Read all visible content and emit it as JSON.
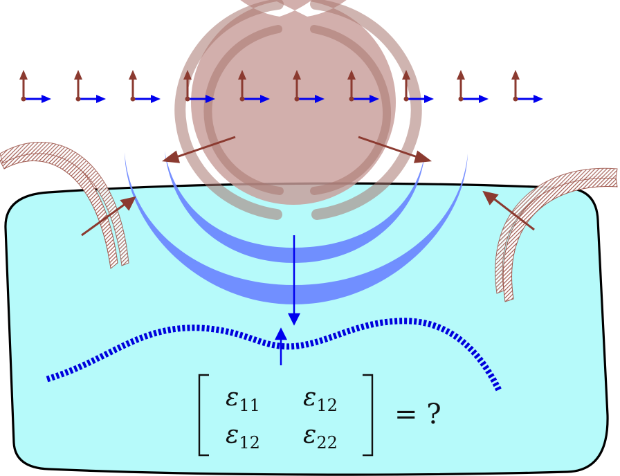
{
  "colors": {
    "medium_fill": "#b6fafa",
    "medium_stroke": "#000000",
    "source_wave": "#c89e9a",
    "transmitted_wave": "#6b86ff",
    "scattered_wave": "#a05a50",
    "arrow_red": "#8b3a30",
    "arrow_blue": "#0000ee",
    "interface": "#0000dd"
  },
  "icons": {
    "sensor": "coordinate-frame-icon",
    "source_arrow": "arrow-icon",
    "transmitted_arrow": "arrow-icon"
  },
  "sensor_count": 10,
  "matrix": {
    "e11": {
      "base": "ε",
      "sub": "11"
    },
    "e12": {
      "base": "ε",
      "sub": "12"
    },
    "e21": {
      "base": "ε",
      "sub": "12"
    },
    "e22": {
      "base": "ε",
      "sub": "22"
    },
    "rhs": "= ?"
  }
}
